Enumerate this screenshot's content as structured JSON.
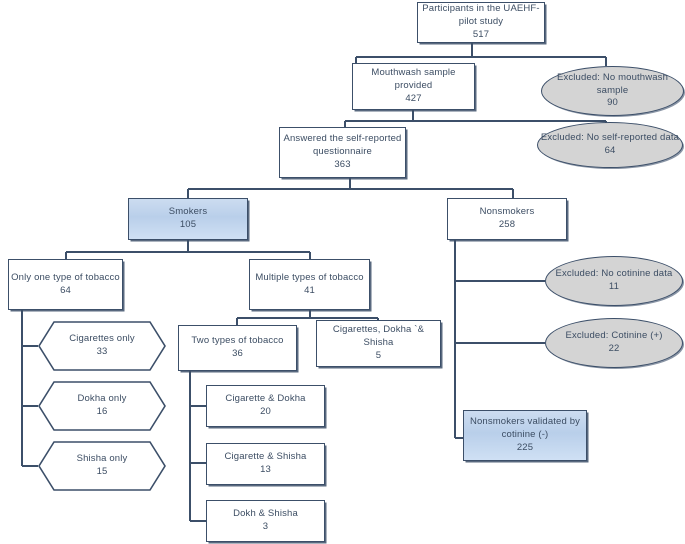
{
  "diagram": {
    "title": "UAEHF pilot study participant flow",
    "colors": {
      "line": "#3c4f69",
      "text": "#3c4d63",
      "box_fill": "#ffffff",
      "highlight_fill": "#c3d6ee",
      "ellipse_fill": "#d4d4d4"
    },
    "nodes": [
      {
        "id": "participants",
        "shape": "box",
        "title": "Participants in the UAEHF-pilot study",
        "value": "517"
      },
      {
        "id": "mouthwash",
        "shape": "box",
        "title": "Mouthwash sample provided",
        "value": "427"
      },
      {
        "id": "excl-mouthwash",
        "shape": "ellipse",
        "title": "Excluded: No mouthwash sample",
        "value": "90"
      },
      {
        "id": "questionnaire",
        "shape": "box",
        "title": "Answered the self-reported questionnaire",
        "value": "363"
      },
      {
        "id": "excl-selfreport",
        "shape": "ellipse",
        "title": "Excluded: No self-reported data",
        "value": "64"
      },
      {
        "id": "smokers",
        "shape": "box-blue",
        "title": "Smokers",
        "value": "105"
      },
      {
        "id": "nonsmokers",
        "shape": "box",
        "title": "Nonsmokers",
        "value": "258"
      },
      {
        "id": "one-type",
        "shape": "box",
        "title": "Only one type of tobacco",
        "value": "64"
      },
      {
        "id": "multiple-types",
        "shape": "box",
        "title": "Multiple types of tobacco",
        "value": "41"
      },
      {
        "id": "cigarettes-only",
        "shape": "hex",
        "title": "Cigarettes only",
        "value": "33"
      },
      {
        "id": "dokha-only",
        "shape": "hex",
        "title": "Dokha only",
        "value": "16"
      },
      {
        "id": "shisha-only",
        "shape": "hex",
        "title": "Shisha only",
        "value": "15"
      },
      {
        "id": "two-types",
        "shape": "box",
        "title": "Two types of tobacco",
        "value": "36"
      },
      {
        "id": "three-types",
        "shape": "box",
        "title": "Cigarettes, Dokha `& Shisha",
        "value": "5"
      },
      {
        "id": "cig-dokha",
        "shape": "box",
        "title": "Cigarette & Dokha",
        "value": "20"
      },
      {
        "id": "cig-shisha",
        "shape": "box",
        "title": "Cigarette & Shisha",
        "value": "13"
      },
      {
        "id": "dokh-shisha",
        "shape": "box",
        "title": "Dokh & Shisha",
        "value": "3"
      },
      {
        "id": "excl-no-cotinine",
        "shape": "ellipse",
        "title": "Excluded: No cotinine data",
        "value": "11"
      },
      {
        "id": "excl-cotinine-pos",
        "shape": "ellipse",
        "title": "Excluded: Cotinine (+)",
        "value": "22"
      },
      {
        "id": "nonsmokers-validated",
        "shape": "box-blue",
        "title": "Nonsmokers validated by cotinine (-)",
        "value": "225"
      }
    ]
  }
}
